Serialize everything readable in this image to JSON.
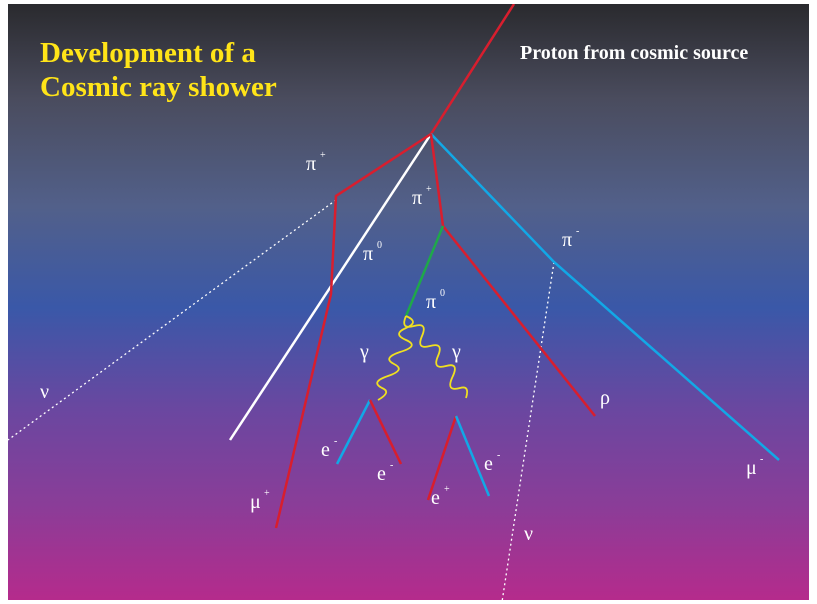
{
  "title_line1": "Development of a",
  "title_line2": "Cosmic ray shower",
  "subtitle": "Proton from cosmic source",
  "labels": {
    "pi_plus_1": "π",
    "pi_plus_1_sup": "+",
    "pi_plus_2": "π",
    "pi_plus_2_sup": "+",
    "pi_minus": "π",
    "pi_minus_sup": "-",
    "pi_zero_1": "π",
    "pi_zero_1_sup": "0",
    "pi_zero_2": "π",
    "pi_zero_2_sup": "0",
    "gamma_1": "γ",
    "gamma_2": "γ",
    "rho": "ρ",
    "nu_left": "ν",
    "nu_right": "ν",
    "mu_plus": "μ",
    "mu_plus_sup": "+",
    "mu_minus": "μ",
    "mu_minus_sup": "-",
    "e_1": "e",
    "e_1_sup": "-",
    "e_2": "e",
    "e_2_sup": "-",
    "e_3": "e",
    "e_3_sup": "+",
    "e_4": "e",
    "e_4_sup": "-"
  },
  "colors": {
    "title": "#ffe418",
    "red_track": "#d81e2e",
    "blue_track": "#12a8e6",
    "green_track": "#1fa84a",
    "photon": "#f0e020",
    "white_track": "#ffffff"
  }
}
